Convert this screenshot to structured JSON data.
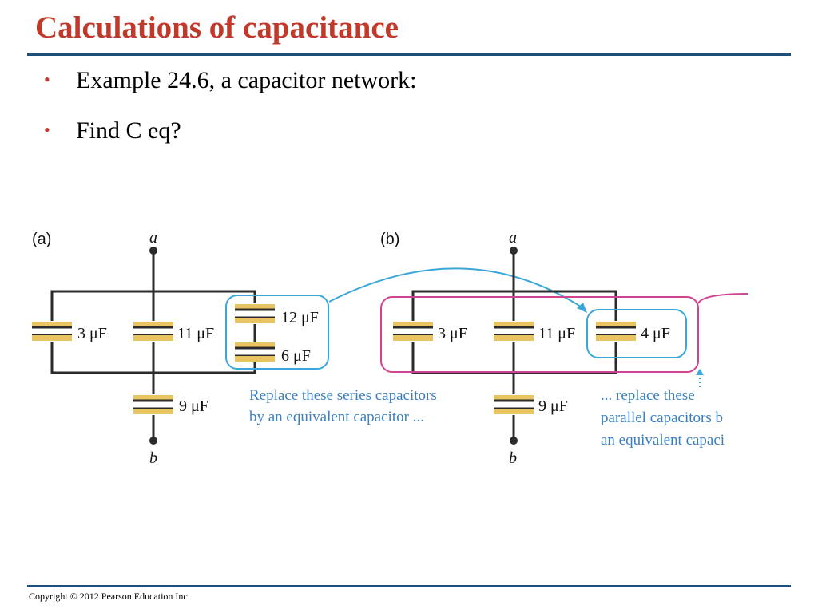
{
  "slide": {
    "title": "Calculations of capacitance",
    "bullets": [
      "Example 24.6, a capacitor network:",
      "Find C eq?"
    ],
    "footer": "Copyright © 2012 Pearson Education Inc."
  },
  "figure": {
    "colors": {
      "wire": "#2b2b2b",
      "plate": "#e8c462",
      "cyan": "#3aa7d8",
      "magenta": "#d1438f",
      "note": "#3a7fc1"
    },
    "panel_a": {
      "label": "(a)",
      "top_node": "a",
      "bottom_node": "b",
      "caps": [
        "3 μF",
        "11 μF",
        "12 μF",
        "6 μF",
        "9 μF"
      ],
      "note": [
        "Replace these series capacitors",
        "by an equivalent capacitor ..."
      ]
    },
    "panel_b": {
      "label": "(b)",
      "top_node": "a",
      "bottom_node": "b",
      "caps": [
        "3 μF",
        "11 μF",
        "4 μF",
        "9 μF"
      ],
      "note": [
        "... replace these",
        "parallel capacitors b",
        "an equivalent capaci"
      ]
    }
  }
}
